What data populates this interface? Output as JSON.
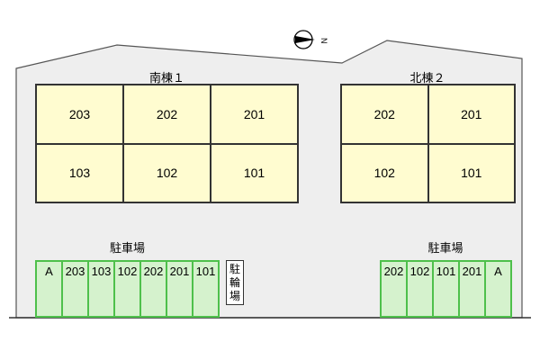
{
  "buildings": {
    "south": {
      "name": "南棟１",
      "units": [
        "203",
        "202",
        "201",
        "103",
        "102",
        "101"
      ]
    },
    "north": {
      "name": "北棟２",
      "units": [
        "202",
        "201",
        "102",
        "101"
      ]
    }
  },
  "parking": {
    "west": {
      "label": "駐車場",
      "spaces": [
        "A",
        "203",
        "103",
        "102",
        "202",
        "201",
        "101"
      ]
    },
    "east": {
      "label": "駐車場",
      "spaces": [
        "202",
        "102",
        "101",
        "201",
        "A"
      ]
    }
  },
  "bicycle_parking": {
    "chars": [
      "駐",
      "輪",
      "場"
    ]
  },
  "compass": {
    "letter": "N",
    "icon": "north-arrow-icon"
  },
  "colors": {
    "unit_fill": "#fffcd0",
    "parking_fill": "#d5f2cd",
    "parking_border": "#4ec04b",
    "site_fill": "#eeeeee"
  }
}
